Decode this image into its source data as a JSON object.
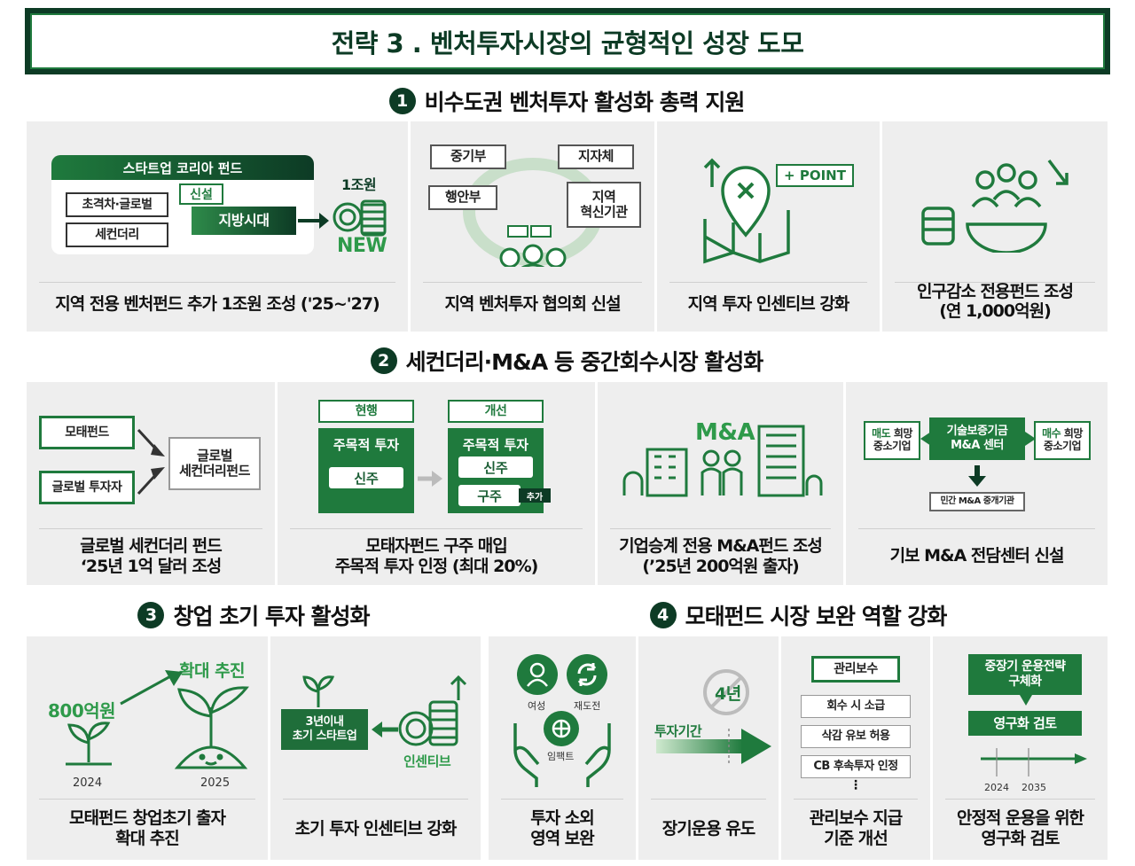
{
  "title": "전략 3 . 벤처투자시장의 균형적인 성장 도모",
  "colors": {
    "dark_green": "#0d3b25",
    "green": "#1f7a3d",
    "light_green": "#6cc06c",
    "panel_bg": "#eeeeee"
  },
  "s1": {
    "num": "1",
    "heading": "비수도권 벤처투자 활성화 총력 지원",
    "p1": {
      "fund_title": "스타트업 코리아 펀드",
      "box1": "초격차·글로벌",
      "box2": "세컨더리",
      "new_tag": "신설",
      "local": "지방시대",
      "amount": "1조원",
      "new": "NEW",
      "caption": "지역 전용 벤처펀드 추가 1조원 조성 ('25~'27)"
    },
    "p2": {
      "a": "중기부",
      "b": "지자체",
      "c": "행안부",
      "d1": "지역",
      "d2": "혁신기관",
      "caption": "지역 벤처투자 협의회 신설"
    },
    "p3": {
      "point": "+ POINT",
      "caption": "지역 투자 인센티브 강화"
    },
    "p4": {
      "caption1": "인구감소 전용펀드 조성",
      "caption2": "(연 1,000억원)"
    }
  },
  "s2": {
    "num": "2",
    "heading": "세컨더리·M&A 등 중간회수시장 활성화",
    "p1": {
      "a": "모태펀드",
      "b": "글로벌 투자자",
      "c1": "글로벌",
      "c2": "세컨더리펀드",
      "caption1": "글로벌 세컨더리 펀드",
      "caption2": "‘25년 1억 달러 조성"
    },
    "p2": {
      "cur": "현행",
      "imp": "개선",
      "main": "주목적 투자",
      "new_shares": "신주",
      "old_shares": "구주",
      "add": "추가",
      "caption1": "모태자펀드 구주 매입",
      "caption2": "주목적 투자 인정 (최대 20%)"
    },
    "p3": {
      "ma": "M&A",
      "caption1": "기업승계 전용 M&A펀드 조성",
      "caption2": "(’25년 200억원 출자)"
    },
    "p4": {
      "sell_hl": "매도",
      "sell_rest": " 희망",
      "sell2": "중소기업",
      "center1": "기술보증기금",
      "center2": "M&A 센터",
      "buy_hl": "매수",
      "buy_rest": " 희망",
      "buy2": "중소기업",
      "broker": "민간 M&A 중개기관",
      "caption": "기보 M&A 전담센터 신설"
    }
  },
  "s3": {
    "num": "3",
    "heading": "창업 초기 투자 활성화",
    "p1": {
      "amount": "800억원",
      "expand": "확대 추진",
      "y1": "2024",
      "y2": "2025",
      "caption1": "모태펀드 창업초기 출자",
      "caption2": "확대 추진"
    },
    "p2": {
      "box1": "3년이내",
      "box2": "초기 스타트업",
      "incentive": "인센티브",
      "caption": "초기 투자 인센티브 강화"
    }
  },
  "s4": {
    "num": "4",
    "heading": "모태펀드 시장 보완 역할 강화",
    "p1": {
      "women": "여성",
      "retry": "재도전",
      "impact": "임팩트",
      "caption1": "투자 소외",
      "caption2": "영역 보완"
    },
    "p2": {
      "years": "4년",
      "period": "투자기간",
      "caption": "장기운용 유도"
    },
    "p3": {
      "fee": "관리보수",
      "i1": "회수 시 소급",
      "i2": "삭감 유보 허용",
      "i3": "CB 후속투자 인정",
      "dots": "⋮",
      "caption1": "관리보수 지급",
      "caption2": "기준 개선"
    },
    "p4": {
      "b1a": "중장기 운용전략",
      "b1b": "구체화",
      "b2": "영구화 검토",
      "y1": "2024",
      "y2": "2035",
      "caption1": "안정적 운용을 위한",
      "caption2": "영구화 검토"
    }
  }
}
